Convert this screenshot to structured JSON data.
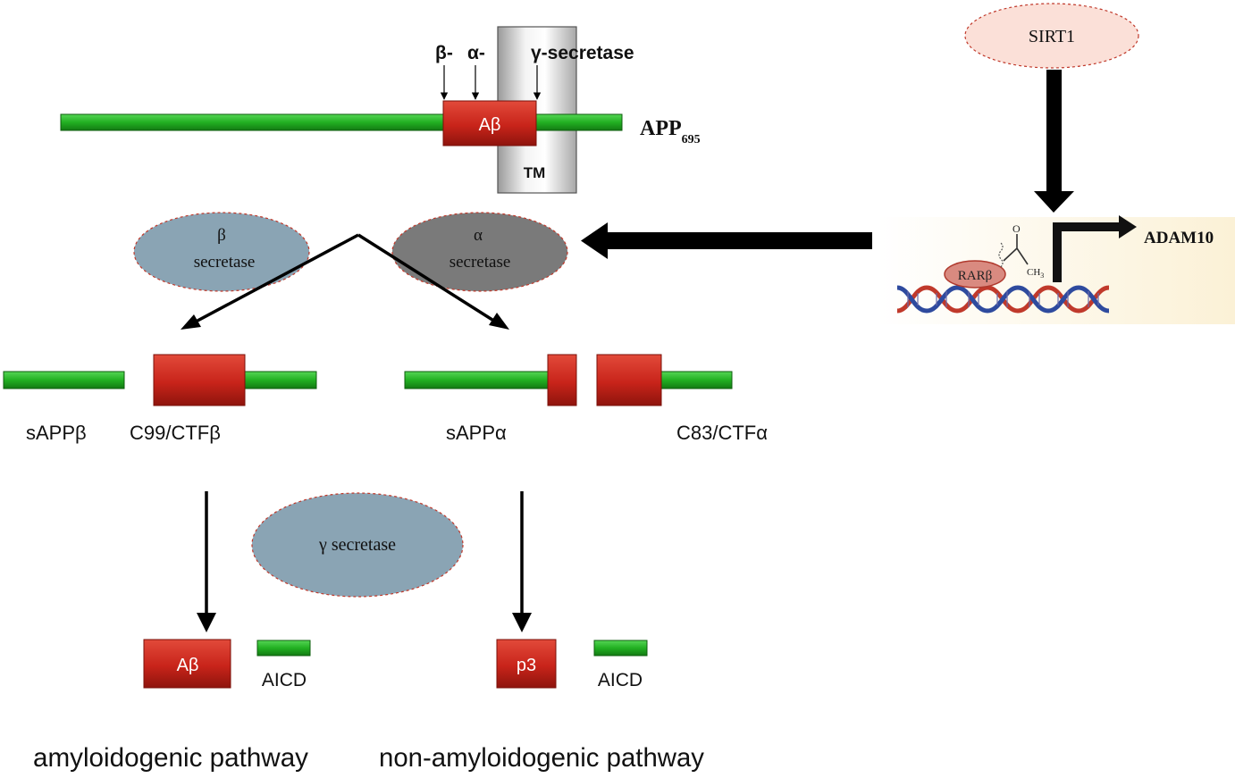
{
  "app": {
    "cleavage_sites": {
      "beta": "β-",
      "alpha": "α-",
      "gamma": "γ-secretase"
    },
    "abeta_label": "Aβ",
    "tm_label": "TM",
    "app_label_main": "APP",
    "app_label_sub": "695"
  },
  "enzymes": {
    "beta": {
      "line1": "β",
      "line2": "secretase"
    },
    "alpha": {
      "line1": "α",
      "line2": "secretase"
    },
    "gamma": {
      "label": "γ secretase"
    },
    "sirt1": {
      "label": "SIRT1"
    }
  },
  "fragments": {
    "sappb": "sAPPβ",
    "c99": "C99/CTFβ",
    "sappa": "sAPPα",
    "c83": "C83/CTFα"
  },
  "products": {
    "abeta": "Aβ",
    "aicd_left": "AICD",
    "p3": "p3",
    "aicd_right": "AICD"
  },
  "pathways": {
    "amyloidogenic": "amyloidogenic pathway",
    "non_amyloidogenic": "non-amyloidogenic pathway"
  },
  "regulation": {
    "rarb": "RARβ",
    "ch3": "CH",
    "ch3_sub": "3",
    "carbonyl_o": "O",
    "target_gene": "ADAM10"
  },
  "colors": {
    "green": "#22b022",
    "red": "#cc2a1c",
    "enzyme_blue": "#8aa4b4",
    "enzyme_gray": "#7a7a7a",
    "sirt1_fill": "#fbe0d8",
    "dashed_border": "#c0392b"
  }
}
